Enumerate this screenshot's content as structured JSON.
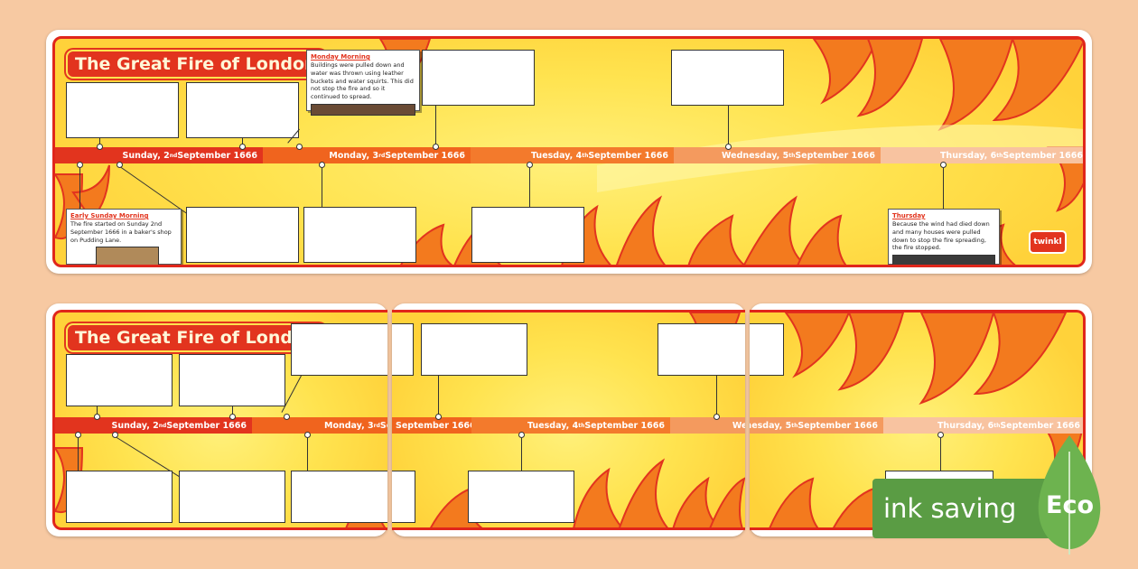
{
  "title": "The Great Fire of London",
  "days": [
    {
      "label": "Sunday, 2",
      "sup": "nd",
      "rest": " September 1666",
      "color": "#e2341e"
    },
    {
      "label": "Monday, 3",
      "sup": "rd",
      "rest": " September 1666",
      "color": "#f0641e"
    },
    {
      "label": "Tuesday, 4",
      "sup": "th",
      "rest": " September 1666",
      "color": "#f37a2c"
    },
    {
      "label": "Wednesday, 5",
      "sup": "th",
      "rest": " September 1666",
      "color": "#f49a5e"
    },
    {
      "label": "Thursday, 6",
      "sup": "th",
      "rest": " September 1666",
      "color": "#f8c3a0"
    }
  ],
  "notes": {
    "monday": {
      "heading": "Monday Morning",
      "text": "Buildings were pulled down and water was thrown using leather buckets and water squirts. This did not stop the fire and so it continued to spread."
    },
    "sunday": {
      "heading": "Early Sunday Morning",
      "text": "The fire started on Sunday 2nd September 1666 in a baker's shop on Pudding Lane."
    },
    "thursday": {
      "heading": "Thursday",
      "text": "Because the wind had died down and many houses were pulled down to stop the fire spreading, the fire stopped."
    }
  },
  "logo": "twinkl",
  "badge": {
    "text": "ink saving",
    "eco": "Eco"
  },
  "colors": {
    "accent": "#e2341e",
    "eco_green": "#5a9c44",
    "background": "#f7c9a2"
  }
}
